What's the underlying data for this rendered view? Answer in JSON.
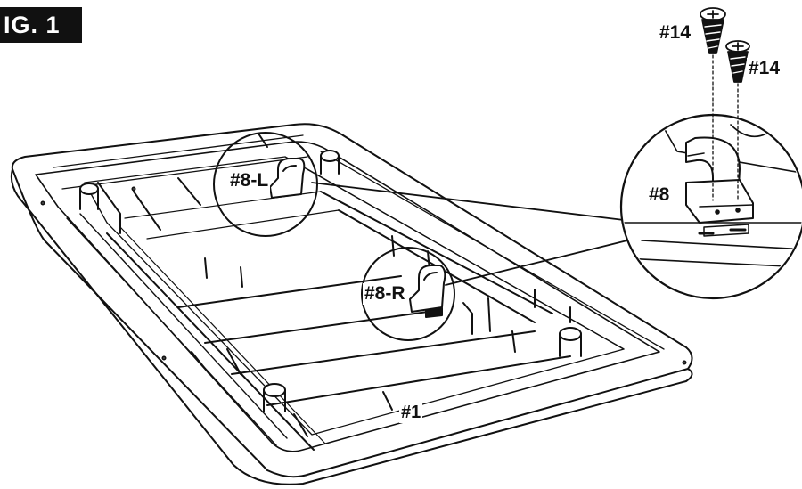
{
  "figure": {
    "badge": "IG. 1"
  },
  "parts": {
    "base": "#1",
    "bracket_left": "#8-L",
    "bracket_right": "#8-R",
    "bracket_detail": "#8",
    "screw_a": "#14",
    "screw_b": "#14"
  },
  "colors": {
    "ink": "#111111",
    "paper": "#ffffff"
  }
}
